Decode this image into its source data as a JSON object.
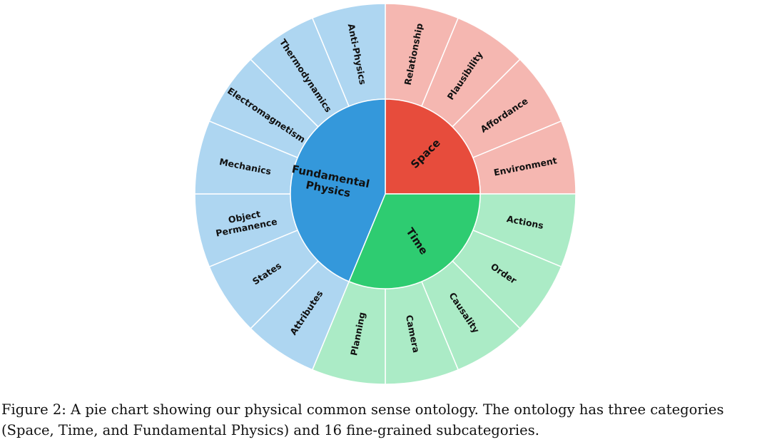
{
  "chart_data": {
    "type": "sunburst",
    "inner": [
      {
        "name": "Space",
        "value": 4,
        "color": "#e74c3c"
      },
      {
        "name": "Time",
        "value": 5,
        "color": "#2ecc71"
      },
      {
        "name": "Fundamental Physics",
        "lines": [
          "Fundamental",
          "Physics"
        ],
        "value": 7,
        "color": "#3498db"
      }
    ],
    "outer": [
      {
        "name": "Relationship",
        "parent": "Space",
        "value": 1,
        "color": "#f5b7b1"
      },
      {
        "name": "Plausibility",
        "parent": "Space",
        "value": 1,
        "color": "#f5b7b1"
      },
      {
        "name": "Affordance",
        "parent": "Space",
        "value": 1,
        "color": "#f5b7b1"
      },
      {
        "name": "Environment",
        "parent": "Space",
        "value": 1,
        "color": "#f5b7b1"
      },
      {
        "name": "Actions",
        "parent": "Time",
        "value": 1,
        "color": "#abebc6"
      },
      {
        "name": "Order",
        "parent": "Time",
        "value": 1,
        "color": "#abebc6"
      },
      {
        "name": "Causality",
        "parent": "Time",
        "value": 1,
        "color": "#abebc6"
      },
      {
        "name": "Camera",
        "parent": "Time",
        "value": 1,
        "color": "#abebc6"
      },
      {
        "name": "Planning",
        "parent": "Time",
        "value": 1,
        "color": "#abebc6"
      },
      {
        "name": "Attributes",
        "parent": "Fundamental Physics",
        "value": 1,
        "color": "#aed6f1"
      },
      {
        "name": "States",
        "parent": "Fundamental Physics",
        "value": 1,
        "color": "#aed6f1"
      },
      {
        "name": "Object Permanence",
        "lines": [
          "Object",
          "Permanence"
        ],
        "parent": "Fundamental Physics",
        "value": 1,
        "color": "#aed6f1"
      },
      {
        "name": "Mechanics",
        "parent": "Fundamental Physics",
        "value": 1,
        "color": "#aed6f1"
      },
      {
        "name": "Electromagnetism",
        "parent": "Fundamental Physics",
        "value": 1,
        "color": "#aed6f1"
      },
      {
        "name": "Thermodynamics",
        "parent": "Fundamental Physics",
        "value": 1,
        "color": "#aed6f1"
      },
      {
        "name": "Anti-Physics",
        "parent": "Fundamental Physics",
        "value": 1,
        "color": "#aed6f1"
      }
    ]
  },
  "caption": "Figure 2: A pie chart showing our physical common sense ontology. The ontology has three categories (Space, Time, and Fundamental Physics) and 16 fine-grained subcategories."
}
